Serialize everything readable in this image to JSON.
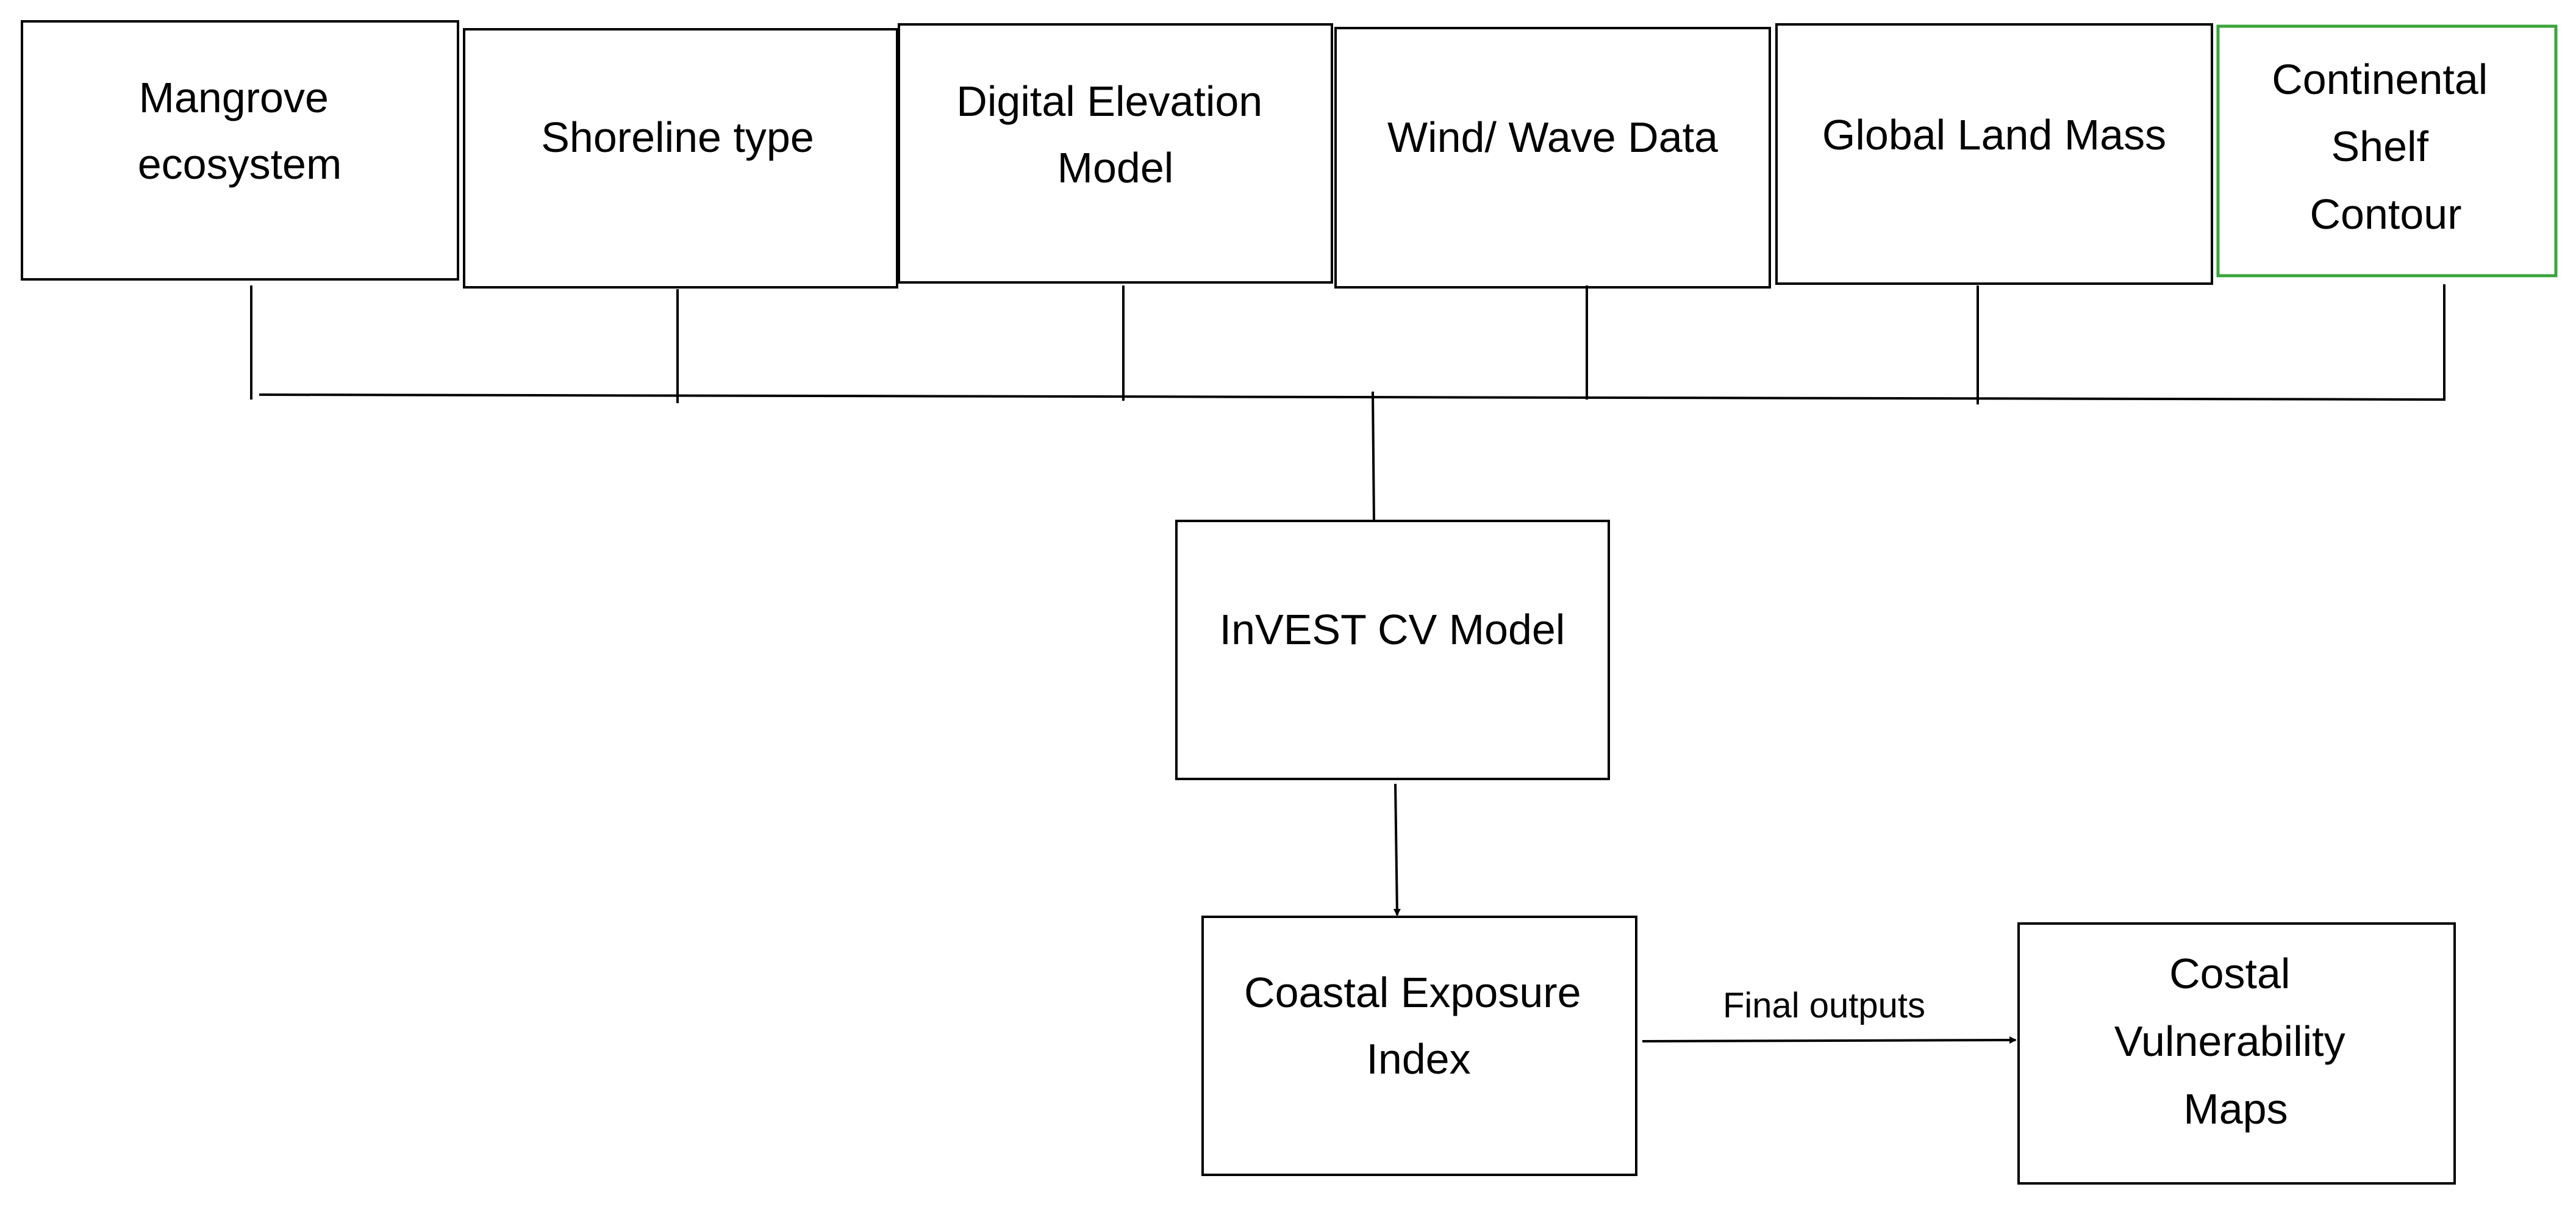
{
  "colors": {
    "stroke": "#000000",
    "accent_box_stroke": "#3aa53a",
    "background": "#ffffff"
  },
  "inputs": [
    {
      "id": "mangrove",
      "lines": [
        "Mangrove",
        "ecosystem"
      ]
    },
    {
      "id": "shoreline",
      "lines": [
        "Shoreline type"
      ]
    },
    {
      "id": "dem",
      "lines": [
        "Digital Elevation",
        "Model"
      ]
    },
    {
      "id": "wind-wave",
      "lines": [
        "Wind/ Wave Data"
      ]
    },
    {
      "id": "land-mass",
      "lines": [
        "Global Land Mass"
      ]
    },
    {
      "id": "shelf",
      "lines": [
        "Continental",
        "Shelf",
        "Contour"
      ],
      "accent": true
    }
  ],
  "model": {
    "lines": [
      "InVEST CV Model"
    ]
  },
  "exposure": {
    "lines": [
      "Coastal Exposure",
      "Index"
    ]
  },
  "output": {
    "lines": [
      "Costal",
      "Vulnerability",
      "Maps"
    ]
  },
  "edge_label": "Final outputs"
}
